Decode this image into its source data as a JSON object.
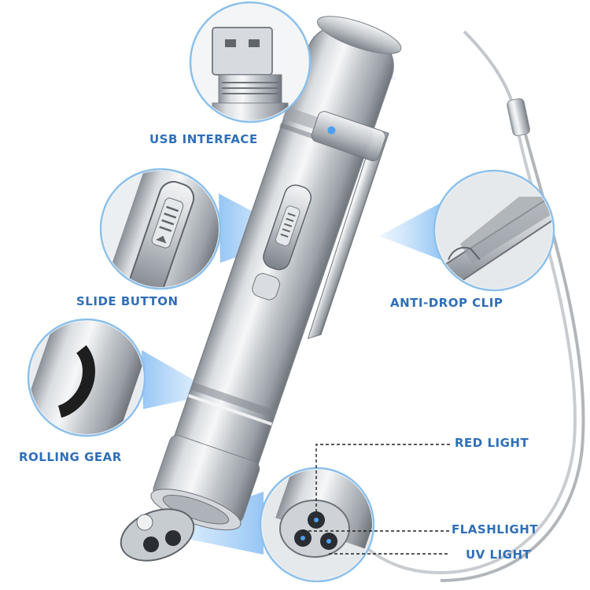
{
  "colors": {
    "label": "#2f6fb8",
    "circle_stroke": "#7fb6e6",
    "beam": "#5ea8ee",
    "metal_light": "#eceff2",
    "metal_mid": "#b9bec4",
    "metal_dark": "#6e747a"
  },
  "labels": {
    "usb_interface": "USB INTERFACE",
    "slide_button": "SLIDE BUTTON",
    "anti_drop_clip": "ANTI-DROP CLIP",
    "rolling_gear": "ROLLING GEAR",
    "red_light": "RED LIGHT",
    "flashlight": "FLASHLIGHT",
    "uv_light": "UV LIGHT"
  },
  "icons": [
    "usb-connector-icon",
    "slide-switch-icon",
    "clip-icon",
    "gear-ring-icon",
    "lens-head-icon"
  ]
}
